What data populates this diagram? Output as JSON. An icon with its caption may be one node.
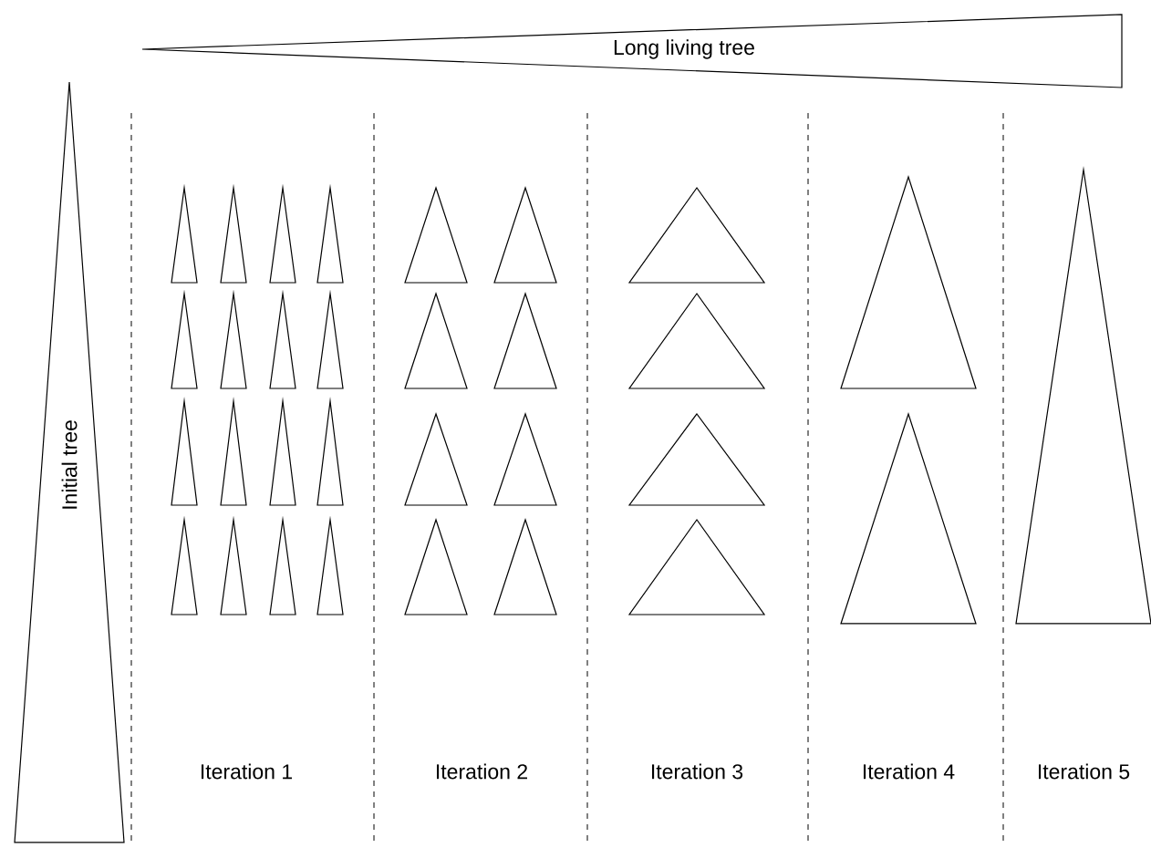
{
  "diagram": {
    "nodes": [
      {
        "text": [
          "Long living tree"
        ]
      },
      {
        "text": [
          "Initial tree"
        ]
      },
      {
        "text": [],
        "shape": "triangle"
      },
      {
        "text": [],
        "shape": "triangle"
      },
      {
        "text": [],
        "shape": "triangle"
      },
      {
        "text": [],
        "shape": "triangle"
      },
      {
        "text": [],
        "shape": "triangle"
      },
      {
        "text": [],
        "shape": "triangle"
      },
      {
        "text": [],
        "shape": "triangle"
      },
      {
        "text": [],
        "shape": "triangle"
      },
      {
        "text": [],
        "shape": "triangle"
      },
      {
        "text": [],
        "shape": "triangle"
      },
      {
        "text": [],
        "shape": "triangle"
      },
      {
        "text": [],
        "shape": "triangle"
      },
      {
        "text": [],
        "shape": "triangle"
      },
      {
        "text": [],
        "shape": "triangle"
      },
      {
        "text": [],
        "shape": "triangle"
      },
      {
        "text": [],
        "shape": "triangle"
      },
      {
        "text": [],
        "shape": "triangle"
      },
      {
        "text": [],
        "shape": "triangle"
      },
      {
        "text": [],
        "shape": "triangle"
      },
      {
        "text": [],
        "shape": "triangle"
      },
      {
        "text": [],
        "shape": "triangle"
      },
      {
        "text": [],
        "shape": "triangle"
      },
      {
        "text": [],
        "shape": "triangle"
      },
      {
        "text": [],
        "shape": "triangle"
      },
      {
        "text": [],
        "shape": "triangle"
      },
      {
        "text": [],
        "shape": "triangle"
      },
      {
        "text": [],
        "shape": "triangle"
      },
      {
        "text": [],
        "shape": "triangle"
      },
      {
        "text": [],
        "shape": "triangle"
      },
      {
        "text": [],
        "shape": "triangle"
      },
      {
        "text": [],
        "shape": "triangle"
      }
    ],
    "labels": [
      "Iteration 1",
      "Iteration 2",
      "Iteration 3",
      "Iteration 4",
      "Iteration 5"
    ]
  }
}
